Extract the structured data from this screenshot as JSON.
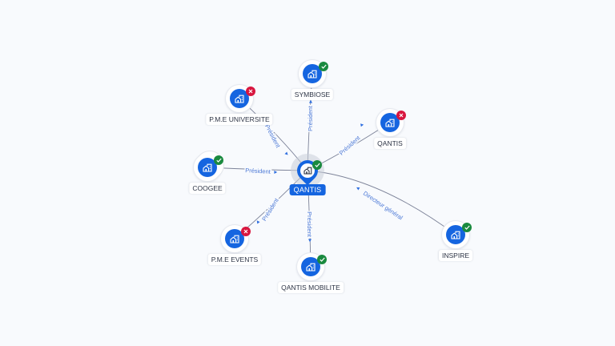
{
  "graph": {
    "center": {
      "id": "qantis-center",
      "label": "QANTIS",
      "status": "active",
      "icon": "building-icon"
    },
    "nodes": [
      {
        "id": "symbiose",
        "label": "SYMBIOSE",
        "status": "active",
        "icon": "building-icon"
      },
      {
        "id": "pme-universite",
        "label": "P.M.E UNIVERSITE",
        "status": "inactive",
        "icon": "building-icon"
      },
      {
        "id": "qantis",
        "label": "QANTIS",
        "status": "inactive",
        "icon": "building-icon"
      },
      {
        "id": "coogee",
        "label": "COOGEE",
        "status": "active",
        "icon": "building-icon",
        "stacked": true
      },
      {
        "id": "pme-events",
        "label": "P.M.E EVENTS",
        "status": "inactive",
        "icon": "building-icon"
      },
      {
        "id": "qantis-mobilite",
        "label": "QANTIS MOBILITE",
        "status": "active",
        "icon": "building-icon"
      },
      {
        "id": "inspire",
        "label": "INSPIRE",
        "status": "active",
        "icon": "building-icon"
      }
    ],
    "edges": [
      {
        "to": "symbiose",
        "label": "Président"
      },
      {
        "to": "pme-universite",
        "label": "Président"
      },
      {
        "to": "qantis",
        "label": "Président"
      },
      {
        "to": "coogee",
        "label": "Président"
      },
      {
        "to": "pme-events",
        "label": "Président"
      },
      {
        "to": "qantis-mobilite",
        "label": "Président"
      },
      {
        "to": "inspire",
        "label": "Directeur général"
      }
    ],
    "status_colors": {
      "active": "#1a8a3f",
      "inactive": "#d8163f"
    },
    "accent": "#1565e0"
  }
}
